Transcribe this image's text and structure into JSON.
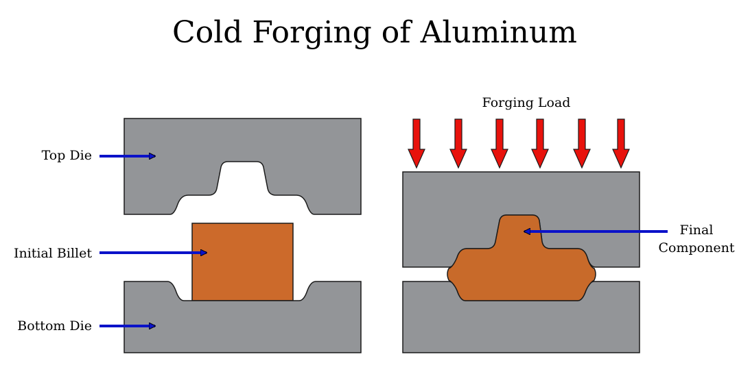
{
  "title": "Cold Forging of Aluminum",
  "labels": {
    "top_die": "Top Die",
    "initial_billet": "Initial Billet",
    "bottom_die": "Bottom Die",
    "forging_load": "Forging Load",
    "final_component_line1": "Final",
    "final_component_line2": "Component"
  },
  "colors": {
    "die_fill": "#939598",
    "billet_fill": "#cc6a2b",
    "component_fill": "#c86a2a",
    "pointer_arrow": "#0b12c9",
    "load_arrow": "#e8120c",
    "outline": "#1a1a1a"
  }
}
